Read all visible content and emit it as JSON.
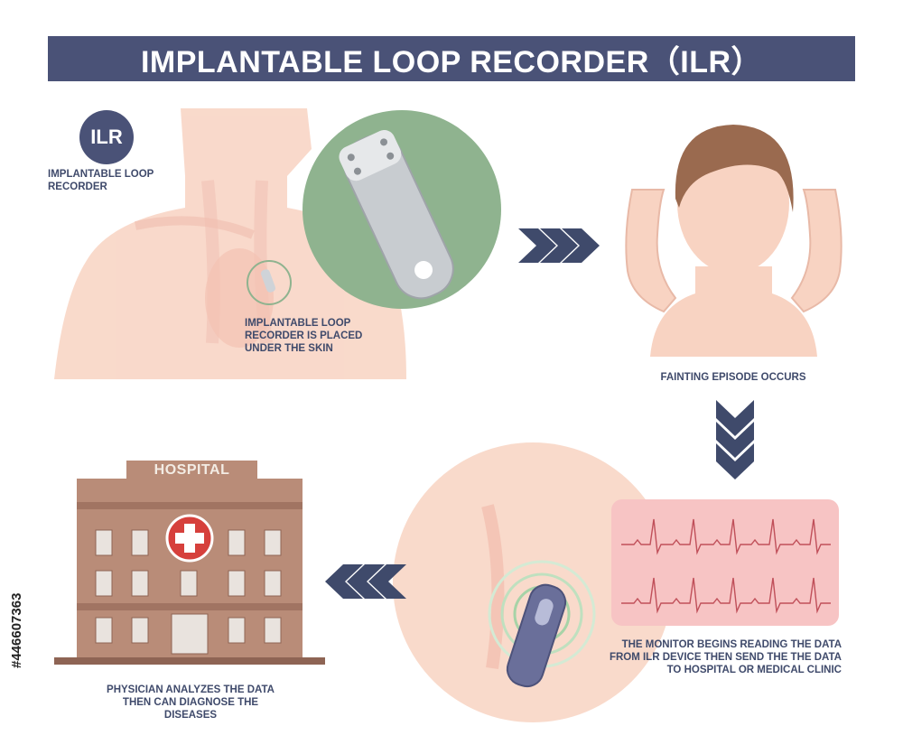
{
  "title": "IMPLANTABLE LOOP RECORDER（ILR）",
  "badge": "ILR",
  "badge_caption": "IMPLANTABLE LOOP RECORDER",
  "step1_caption": "IMPLANTABLE LOOP RECORDER IS PLACED UNDER THE SKIN",
  "step2_caption": "FAINTING EPISODE OCCURS",
  "step3_caption": "THE MONITOR BEGINS READING THE DATA FROM ILR DEVICE THEN SEND THE THE DATA TO HOSPITAL OR MEDICAL CLINIC",
  "hospital_sign": "HOSPITAL",
  "step4_caption": "PHYSICIAN ANALYZES THE DATA THEN CAN DIAGNOSE THE DISEASES",
  "stock_id": "#446607363",
  "colors": {
    "banner": "#4a5277",
    "skin": "#f8d3c2",
    "device_circle": "#8fb38f",
    "ecg_panel": "#f7c4c4",
    "ecg_line": "#c0505a",
    "hospital_wall": "#b98c78",
    "cross": "#d6403c",
    "arrow": "#3f4a6b"
  }
}
